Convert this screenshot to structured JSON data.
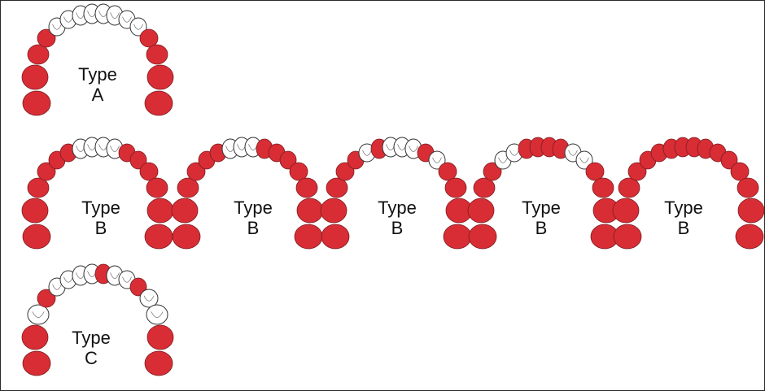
{
  "diagrams": [
    {
      "id": "a",
      "label_line1": "Type",
      "label_line2": "A",
      "white_teeth": [
        4,
        5,
        6,
        7,
        8,
        9,
        10,
        11
      ]
    },
    {
      "id": "b1",
      "label_line1": "Type",
      "label_line2": "B",
      "white_teeth": [
        6,
        7,
        8,
        9
      ]
    },
    {
      "id": "b2",
      "label_line1": "Type",
      "label_line2": "B",
      "white_teeth": [
        6,
        7,
        8
      ]
    },
    {
      "id": "b3",
      "label_line1": "Type",
      "label_line2": "B",
      "white_teeth": [
        5,
        7,
        8,
        9,
        11
      ]
    },
    {
      "id": "b4",
      "label_line1": "Type",
      "label_line2": "B",
      "white_teeth": [
        4,
        5,
        10,
        11
      ]
    },
    {
      "id": "b5",
      "label_line1": "Type",
      "label_line2": "B",
      "white_teeth": []
    },
    {
      "id": "c",
      "label_line1": "Type",
      "label_line2": "C",
      "white_teeth": [
        2,
        4,
        5,
        6,
        7,
        9,
        10,
        12,
        13
      ]
    }
  ],
  "colors": {
    "red_tooth": "#d92d35",
    "white_tooth": "#ffffff",
    "outline": "#333333"
  }
}
